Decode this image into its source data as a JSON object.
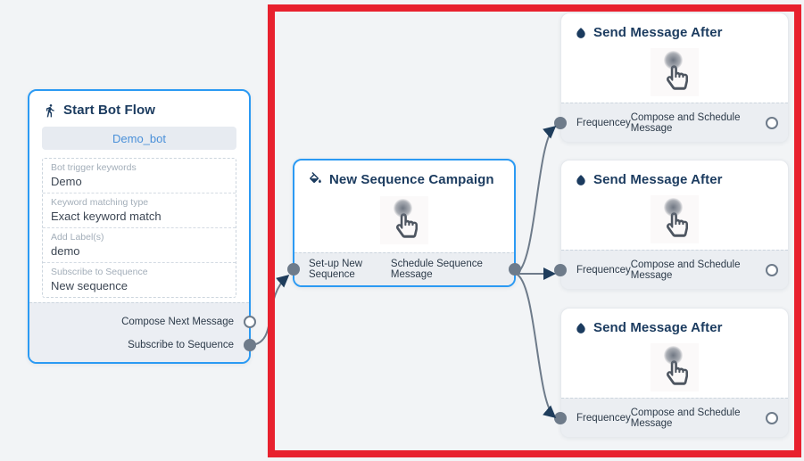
{
  "colors": {
    "canvas_bg": "#f2f4f6",
    "node_accent_border": "#2b9af3",
    "title_text": "#1b3b5f",
    "footer_bg": "#ebeef2",
    "handle_gray": "#6e7b8a",
    "edge_gray": "#6e7b8a",
    "arrow_navy": "#1f3d5c",
    "highlight_red": "#e8212e",
    "bot_button_text": "#4a90d9",
    "bot_button_bg": "#e7ebf1"
  },
  "start_node": {
    "icon": "walking-person-icon",
    "title": "Start Bot Flow",
    "bot_name": "Demo_bot",
    "fields": [
      {
        "label": "Bot trigger keywords",
        "value": "Demo"
      },
      {
        "label": "Keyword matching type",
        "value": "Exact keyword match"
      },
      {
        "label": "Add Label(s)",
        "value": "demo"
      },
      {
        "label": "Subscribe to Sequence",
        "value": "New sequence"
      }
    ],
    "outputs": [
      {
        "label": "Compose Next Message",
        "handle": "empty"
      },
      {
        "label": "Subscribe to Sequence",
        "handle": "filled"
      }
    ]
  },
  "sequence_node": {
    "icon": "paint-bucket-icon",
    "title": "New Sequence Campaign",
    "footer_left": "Set-up New Sequence",
    "footer_right": "Schedule Sequence Message"
  },
  "message_nodes": [
    {
      "icon": "water-drop-icon",
      "title": "Send Message After",
      "footer_left": "Frequencey",
      "footer_right": "Compose and Schedule Message"
    },
    {
      "icon": "water-drop-icon",
      "title": "Send Message After",
      "footer_left": "Frequencey",
      "footer_right": "Compose and Schedule Message"
    },
    {
      "icon": "water-drop-icon",
      "title": "Send Message After",
      "footer_left": "Frequencey",
      "footer_right": "Compose and Schedule Message"
    }
  ],
  "connections": [
    {
      "from": "Start Bot Flow : Subscribe to Sequence",
      "to": "New Sequence Campaign : Set-up New Sequence"
    },
    {
      "from": "New Sequence Campaign : Schedule Sequence Message",
      "to": "Send Message After (top) : Frequencey"
    },
    {
      "from": "New Sequence Campaign : Schedule Sequence Message",
      "to": "Send Message After (middle) : Frequencey"
    },
    {
      "from": "New Sequence Campaign : Schedule Sequence Message",
      "to": "Send Message After (bottom) : Frequencey"
    }
  ]
}
